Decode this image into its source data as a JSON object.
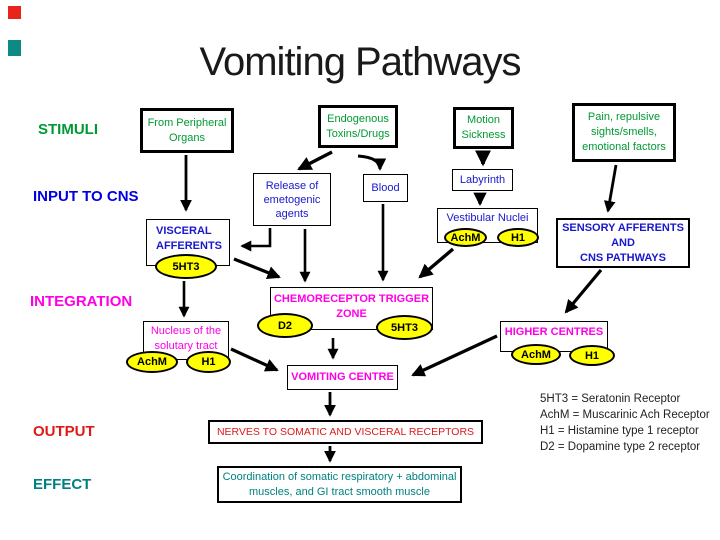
{
  "title": "Vomiting Pathways",
  "rows": {
    "stimuli": "STIMULI",
    "input": "INPUT TO CNS",
    "integration": "INTEGRATION",
    "output": "OUTPUT",
    "effect": "EFFECT"
  },
  "nodes": {
    "from_peripheral": {
      "lines": [
        "From Peripheral",
        "Organs"
      ]
    },
    "endogenous": {
      "lines": [
        "Endogenous",
        "Toxins/Drugs"
      ]
    },
    "motion": {
      "lines": [
        "Motion",
        "Sickness"
      ]
    },
    "pain": {
      "lines": [
        "Pain, repulsive",
        "sights/smells,",
        "emotional factors"
      ]
    },
    "release": {
      "lines": [
        "Release of",
        "emetogenic",
        "agents"
      ]
    },
    "blood": {
      "label": "Blood"
    },
    "labyrinth": {
      "label": "Labyrinth"
    },
    "vestibular": {
      "label": "Vestibular Nuclei",
      "receptors": [
        "AchM",
        "H1"
      ]
    },
    "sensory": {
      "lines": [
        "SENSORY AFFERENTS",
        "AND",
        "CNS PATHWAYS"
      ]
    },
    "visceral": {
      "lines": [
        "VISCERAL",
        "AFFERENTS"
      ],
      "receptor": "5HT3"
    },
    "ctz": {
      "lines": [
        "CHEMORECEPTOR TRIGGER",
        "ZONE"
      ],
      "receptors": [
        "D2",
        "5HT3"
      ]
    },
    "nucleus": {
      "lines": [
        "Nucleus of the",
        "solutary tract"
      ],
      "receptors": [
        "AchM",
        "H1"
      ]
    },
    "higher": {
      "label": "HIGHER CENTRES",
      "receptors": [
        "AchM",
        "H1"
      ]
    },
    "vomiting": {
      "label": "VOMITING CENTRE"
    },
    "nerves": {
      "label": "NERVES TO SOMATIC AND VISCERAL RECEPTORS"
    },
    "coordination": {
      "lines": [
        "Coordination of somatic respiratory + abdominal",
        "muscles, and GI tract smooth muscle"
      ]
    }
  },
  "legend": [
    "5HT3 = Seratonin Receptor",
    "AchM = Muscarinic Ach Receptor",
    "H1 = Histamine type 1 receptor",
    "D2 = Dopamine type 2 receptor"
  ],
  "colors": {
    "green": "#009933",
    "blue": "#1818cc",
    "magenta": "#ff00e6",
    "red": "#e01818",
    "teal": "#008080",
    "receptor_fill": "#ffff00",
    "line": "#000000"
  }
}
